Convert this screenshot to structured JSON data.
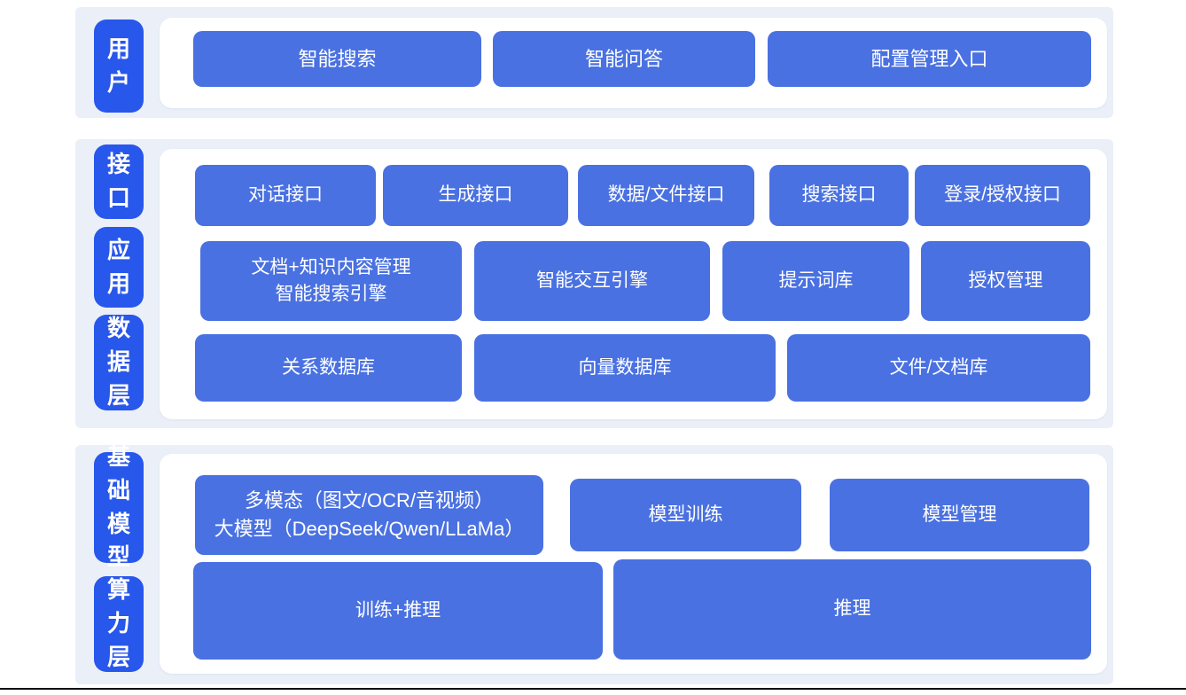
{
  "colors": {
    "band_bg": "#eaeff8",
    "pill_bg": "#2857eb",
    "box_bg": "#4a71e1",
    "text": "#ffffff",
    "bottom_line": "#0a0a0a"
  },
  "sections": [
    {
      "labels": [
        "用户"
      ],
      "rows": [
        {
          "boxes": [
            {
              "label": "智能搜索"
            },
            {
              "label": "智能问答"
            },
            {
              "label": "配置管理入口"
            }
          ]
        }
      ]
    },
    {
      "labels": [
        "接口",
        "应用",
        "数据层"
      ],
      "rows": [
        {
          "boxes": [
            {
              "label": "对话接口"
            },
            {
              "label": "生成接口"
            },
            {
              "label": "数据/文件接口"
            },
            {
              "label": "搜索接口"
            },
            {
              "label": "登录/授权接口"
            }
          ]
        },
        {
          "boxes": [
            {
              "lines": [
                "文档+知识内容管理",
                "智能搜索引擎"
              ]
            },
            {
              "label": "智能交互引擎"
            },
            {
              "label": "提示词库"
            },
            {
              "label": "授权管理"
            }
          ]
        },
        {
          "boxes": [
            {
              "label": "关系数据库"
            },
            {
              "label": "向量数据库"
            },
            {
              "label": "文件/文档库"
            }
          ]
        }
      ]
    },
    {
      "labels": [
        "基础模型",
        "算力层"
      ],
      "rows": [
        {
          "boxes": [
            {
              "lines": [
                "多模态（图文/OCR/音视频）",
                "大模型（DeepSeek/Qwen/LLaMa）"
              ]
            },
            {
              "label": "模型训练"
            },
            {
              "label": "模型管理"
            }
          ]
        },
        {
          "boxes": [
            {
              "label": "训练+推理"
            },
            {
              "label": "推理"
            }
          ]
        }
      ]
    }
  ]
}
